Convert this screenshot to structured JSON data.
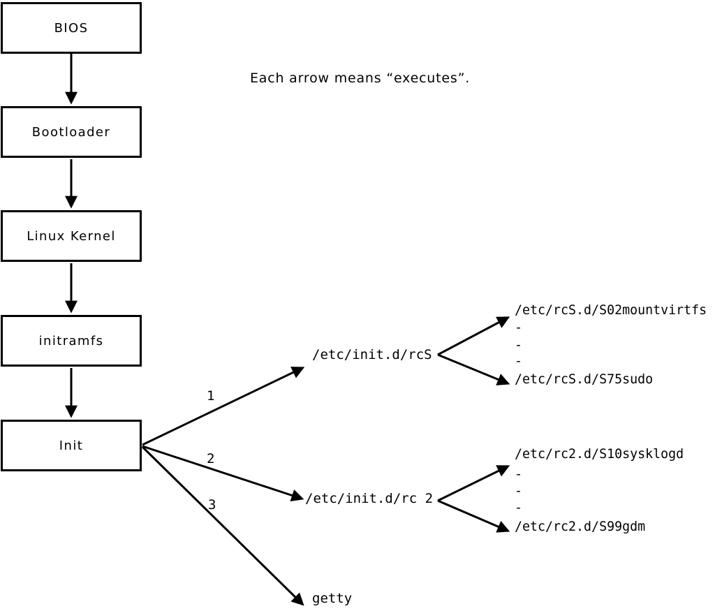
{
  "note": "Each arrow means “executes”.",
  "boot_chain": [
    {
      "label": "BIOS"
    },
    {
      "label": "Bootloader"
    },
    {
      "label": "Linux Kernel"
    },
    {
      "label": "initramfs"
    },
    {
      "label": "Init"
    }
  ],
  "init_targets": [
    {
      "order": "1",
      "label": "/etc/init.d/rcS"
    },
    {
      "order": "2",
      "label": "/etc/init.d/rc 2"
    },
    {
      "order": "3",
      "label": "getty"
    }
  ],
  "rcS_scripts": {
    "first": "/etc/rcS.d/S02mountvirtfs",
    "ellipsis": [
      "-",
      "-",
      "-"
    ],
    "last": "/etc/rcS.d/S75sudo"
  },
  "rc2_scripts": {
    "first": "/etc/rc2.d/S10sysklogd",
    "ellipsis": [
      "-",
      "-",
      "-"
    ],
    "last": "/etc/rc2.d/S99gdm"
  },
  "colors": {
    "line": "#000000",
    "background": "#ffffff"
  }
}
